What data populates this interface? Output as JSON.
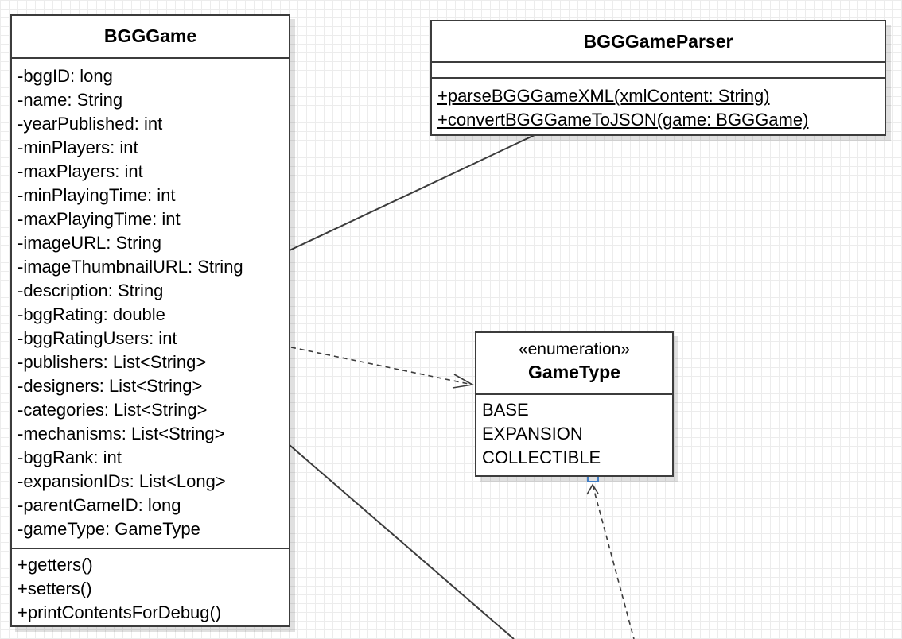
{
  "classes": {
    "bgg_game": {
      "name": "BGGGame",
      "attributes": [
        "-bggID: long",
        "-name: String",
        "-yearPublished: int",
        "-minPlayers: int",
        "-maxPlayers: int",
        "-minPlayingTime: int",
        "-maxPlayingTime: int",
        "-imageURL: String",
        "-imageThumbnailURL: String",
        "-description: String",
        "-bggRating: double",
        "-bggRatingUsers: int",
        "-publishers: List<String>",
        "-designers: List<String>",
        "-categories: List<String>",
        "-mechanisms: List<String>",
        "-bggRank: int",
        "-expansionIDs: List<Long>",
        "-parentGameID: long",
        "-gameType: GameType"
      ],
      "operations": [
        "+getters()",
        "+setters()",
        "+printContentsForDebug()"
      ]
    },
    "bgg_game_parser": {
      "name": "BGGGameParser",
      "attributes": [],
      "operations": [
        "+parseBGGGameXML(xmlContent: String)",
        "+convertBGGGameToJSON(game: BGGGame)"
      ]
    },
    "game_type": {
      "stereotype": "«enumeration»",
      "name": "GameType",
      "literals": [
        "BASE",
        "EXPANSION",
        "COLLECTIBLE"
      ]
    }
  },
  "colors": {
    "line": "#3c3c3c",
    "grid": "#ececec",
    "selection_handle": "#4a90e2"
  }
}
